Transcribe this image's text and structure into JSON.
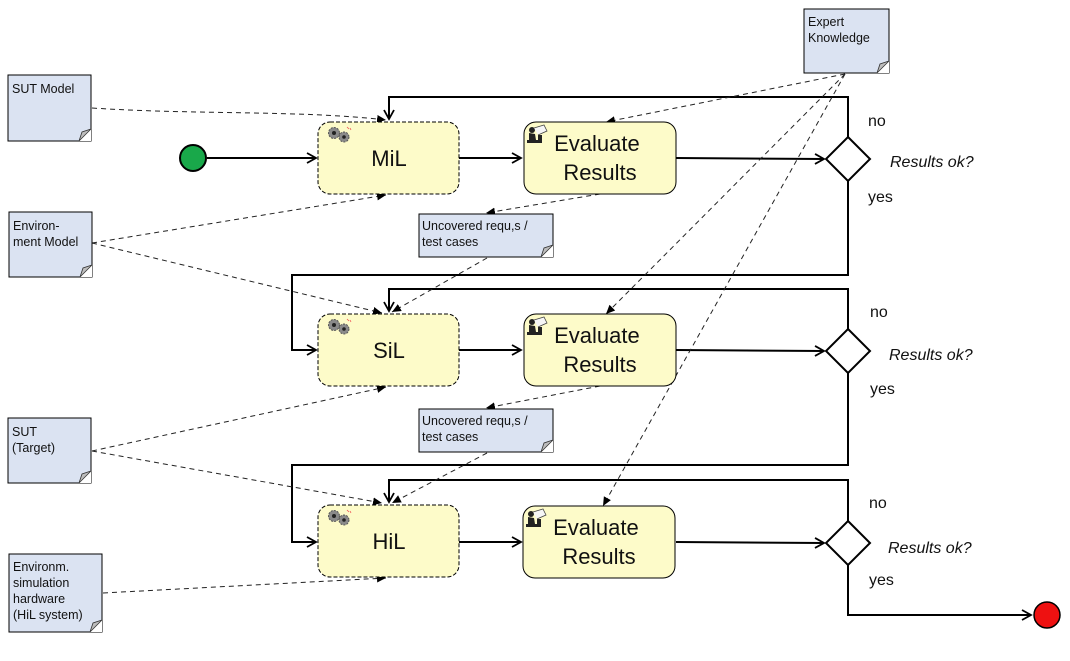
{
  "diagram": {
    "colors": {
      "note_fill": "#dbe3f2",
      "process_fill": "#fdfbc9",
      "start_fill": "#19a84a",
      "end_fill": "#ee1111",
      "line": "#000000"
    },
    "notes": {
      "sut_model": [
        "SUT Model"
      ],
      "environment_model": [
        "Environ-",
        "ment Model"
      ],
      "sut_target": [
        "SUT",
        "(Target)"
      ],
      "env_sim_hw": [
        "Environm.",
        "simulation",
        "hardware",
        "(HiL system)"
      ],
      "expert_knowledge": [
        "Expert",
        "Knowledge"
      ],
      "uncovered_1": [
        "Uncovered requ,s /",
        "test cases"
      ],
      "uncovered_2": [
        "Uncovered requ,s /",
        "test cases"
      ]
    },
    "stages": [
      {
        "name": "MiL",
        "evaluate": [
          "Evaluate",
          "Results"
        ],
        "question": "Results ok?",
        "no": "no",
        "yes": "yes"
      },
      {
        "name": "SiL",
        "evaluate": [
          "Evaluate",
          "Results"
        ],
        "question": "Results ok?",
        "no": "no",
        "yes": "yes"
      },
      {
        "name": "HiL",
        "evaluate": [
          "Evaluate",
          "Results"
        ],
        "question": "Results ok?",
        "no": "no",
        "yes": "yes"
      }
    ]
  }
}
